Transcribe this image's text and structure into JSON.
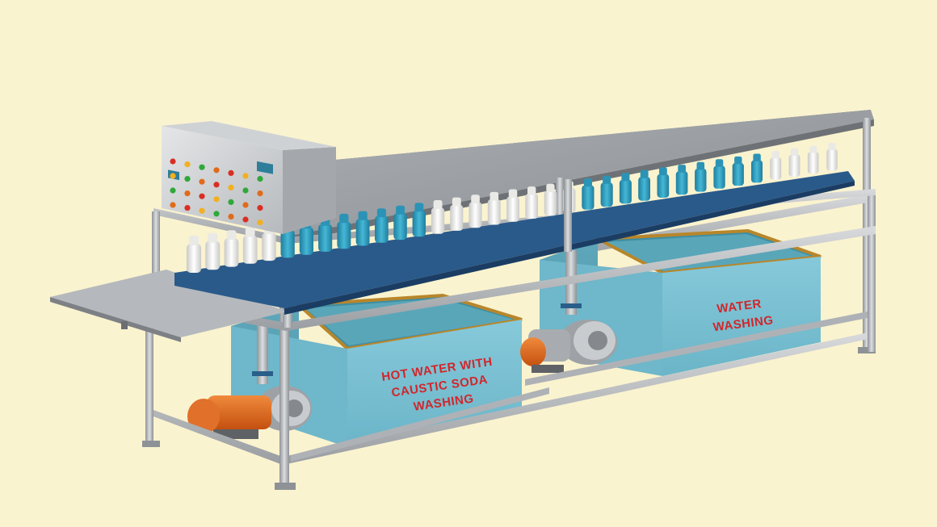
{
  "scene": {
    "subject": "bottle-washing-machine",
    "background_color": "#faf3cf",
    "colors": {
      "steel": "#b9bcbf",
      "tank_water": "#7fc4d6",
      "tank_rim": "#b8862a",
      "label_red": "#d1262b",
      "motor_orange": "#e3651d",
      "bottle_blue": "#2e9ec0",
      "bottle_white": "#f2f2f0"
    }
  },
  "tanks": {
    "left": {
      "label_lines": [
        "HOT WATER WITH",
        "CAUSTIC SODA",
        "WASHING"
      ]
    },
    "right": {
      "label_lines": [
        "WATER",
        "WASHING"
      ]
    }
  },
  "control_panel": {
    "indicator_colors": [
      "#d92e25",
      "#f2b01e",
      "#2fa83a",
      "#e06b1a"
    ],
    "rows": 4,
    "columns": 7
  }
}
